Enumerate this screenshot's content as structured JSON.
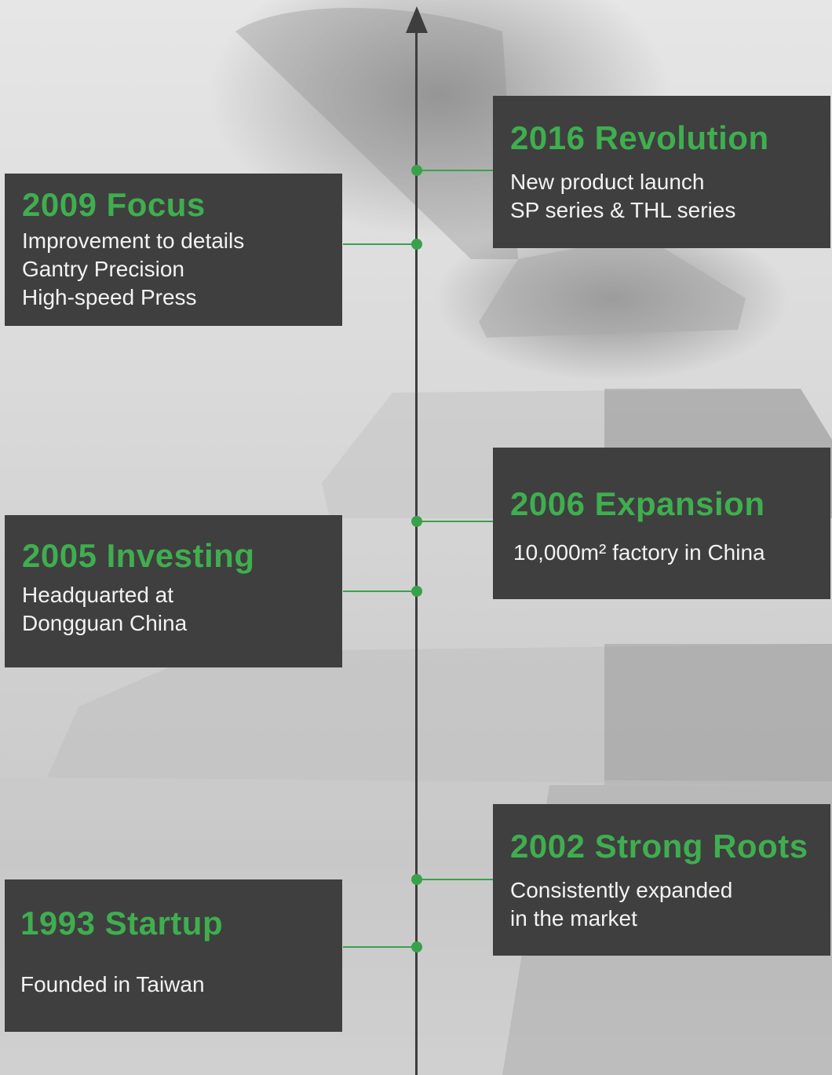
{
  "timeline": {
    "milestones": [
      {
        "id": "2016",
        "title": "2016  Revolution",
        "lines": [
          "New product launch",
          "SP series & THL series"
        ]
      },
      {
        "id": "2009",
        "title": "2009  Focus",
        "lines": [
          "Improvement to details",
          "Gantry Precision",
          "High-speed Press"
        ]
      },
      {
        "id": "2006",
        "title": "2006  Expansion",
        "lines": [
          "10,000m² factory in China"
        ]
      },
      {
        "id": "2005",
        "title": "2005  Investing",
        "lines": [
          "Headquarted at",
          "Dongguan China"
        ]
      },
      {
        "id": "2002",
        "title": "2002  Strong Roots",
        "lines": [
          "Consistently expanded",
          "in the market"
        ]
      },
      {
        "id": "1993",
        "title": "1993  Startup",
        "lines": [
          "Founded in Taiwan"
        ]
      }
    ]
  },
  "colors": {
    "accent": "#3fae4f",
    "box": "#3f3f3f",
    "axis": "#3e3e3e",
    "text": "#f2f2f2"
  },
  "icons": {
    "axis_head": "up-arrow-icon",
    "marker": "timeline-dot-icon"
  }
}
